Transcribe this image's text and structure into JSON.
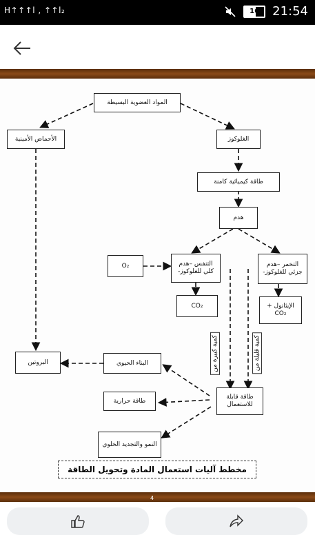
{
  "status_bar": {
    "signal_text": "H↑↑↑l , ↑↑l₂",
    "battery": "16",
    "time": "21:54"
  },
  "diagram": {
    "simple_organic": "المواد العضوية البسيطة",
    "amino_acids": "الأحماض الأمينية",
    "glucose": "الغلوكوز",
    "latent_energy": "طاقة كيميائية كامنة",
    "breakdown": "هدم",
    "o2": "O₂",
    "respiration": "التنفس –هدم كلي للغلوكوز-",
    "fermentation": "التخمر –هدم جزئي للغلوكوز-",
    "co2": "CO₂",
    "ethanol_co2": "الإيثانول + CO₂",
    "large_amount": "كمية كبيرة من",
    "small_amount": "كمية قليلة من",
    "protein": "البروتين",
    "biosynthesis": "البناء الحيوي",
    "heat_energy": "طاقة حرارية",
    "usable_energy": "طاقة قابلة للاستعمال",
    "growth": "النمو والتجديد الخلوي",
    "caption": "مخطط آليات استعمال المادة وتحويل الطاقة",
    "page_number": "4"
  },
  "colors": {
    "bar_brown": "#6b3510",
    "pill_bg": "#eef0f2"
  },
  "icons": [
    "back-arrow-icon",
    "mute-icon",
    "battery-icon",
    "like-icon",
    "share-icon"
  ]
}
